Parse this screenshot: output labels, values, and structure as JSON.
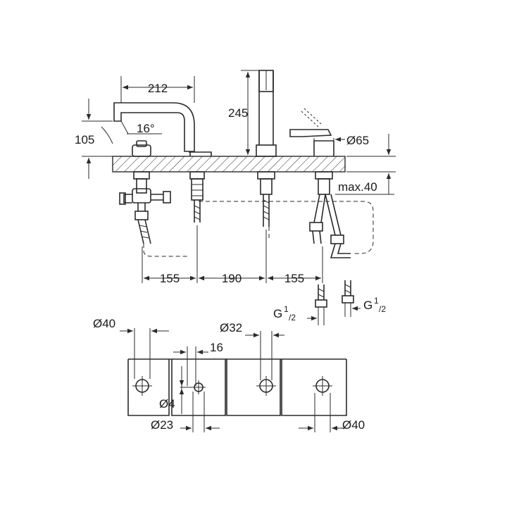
{
  "diagram": {
    "side_view": {
      "spout_projection": "212",
      "spout_height": "105",
      "spout_angle": "16°",
      "handshower_height": "245",
      "lever_diameter": "Ø65",
      "max_deck_thickness": "max.40",
      "spacing_1": "155",
      "spacing_2": "190",
      "spacing_3": "155",
      "connection_1": "G",
      "connection_1_sup": "1",
      "connection_1_sub": "/2",
      "connection_2": "G",
      "connection_2_sup": "1",
      "connection_2_sub": "/2"
    },
    "top_view": {
      "hole_dia_left": "Ø40",
      "hole_dia_mid": "Ø32",
      "offset_16": "16",
      "small_hole": "Ø4",
      "hole_dia_23": "Ø23",
      "hole_dia_right": "Ø40"
    }
  }
}
